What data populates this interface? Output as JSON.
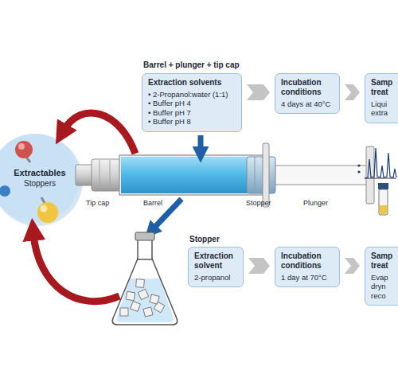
{
  "diagram": {
    "nodes": [
      {
        "text": [
          "Extractables",
          "Stoppers"
        ]
      },
      {
        "text": [
          "Extraction solvents",
          "• 2-Propanol:water (1:1)",
          "• Buffer pH 4",
          "• Buffer pH 7",
          "• Buffer pH 8"
        ]
      },
      {
        "text": [
          "Incubation conditions",
          "4 days at 40°C"
        ]
      },
      {
        "text": [
          "Samp treat",
          "Liqui extra"
        ]
      },
      {
        "text": [
          "Extraction solvent",
          "2-propanol"
        ]
      },
      {
        "text": [
          "Incubation conditions",
          "1 day at 70°C"
        ]
      },
      {
        "text": [
          "Samp treat",
          "Evap dryn reco"
        ]
      }
    ],
    "edges": [
      {
        "from": 1,
        "to": 2,
        "arrow": "to"
      },
      {
        "from": 2,
        "to": 3,
        "arrow": "to"
      },
      {
        "from": 4,
        "to": 5,
        "arrow": "to"
      },
      {
        "from": 5,
        "to": 6,
        "arrow": "to"
      }
    ],
    "labels": [
      "Barrel + plunger + tip cap",
      "Tip cap",
      "Barrel",
      "Stopper",
      "Plunger",
      "Stopper"
    ]
  }
}
